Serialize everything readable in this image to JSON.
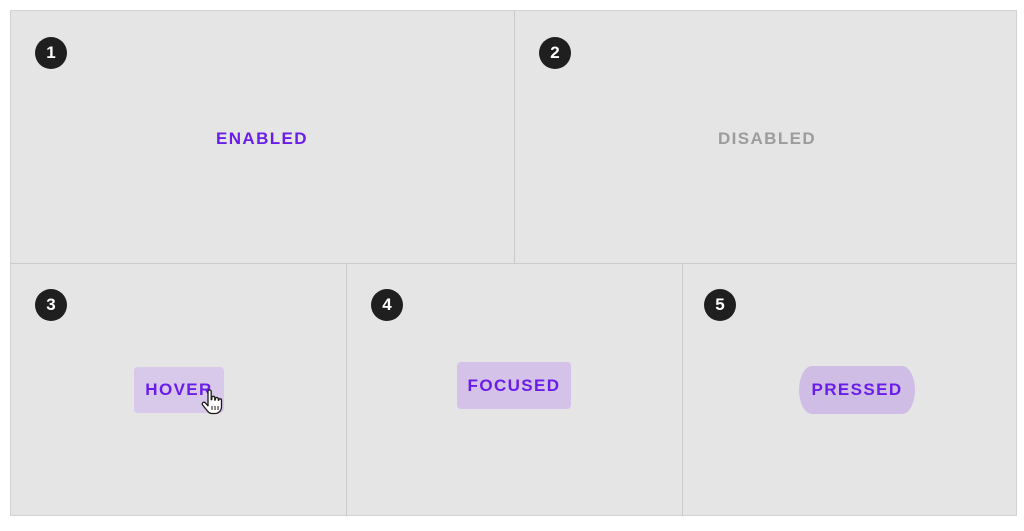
{
  "panels": [
    {
      "number": "1",
      "label": "ENABLED",
      "state": "enabled"
    },
    {
      "number": "2",
      "label": "DISABLED",
      "state": "disabled"
    },
    {
      "number": "3",
      "label": "HOVER",
      "state": "hover"
    },
    {
      "number": "4",
      "label": "FOCUSED",
      "state": "focused"
    },
    {
      "number": "5",
      "label": "PRESSED",
      "state": "pressed"
    }
  ],
  "icons": {
    "cursor": "hand-pointer-icon"
  },
  "colors": {
    "background": "#e5e5e5",
    "primary": "#6a1de8",
    "disabled_text": "#9c9c9c",
    "state_layer": "#d8c8ea",
    "badge": "#1f1f1f"
  }
}
